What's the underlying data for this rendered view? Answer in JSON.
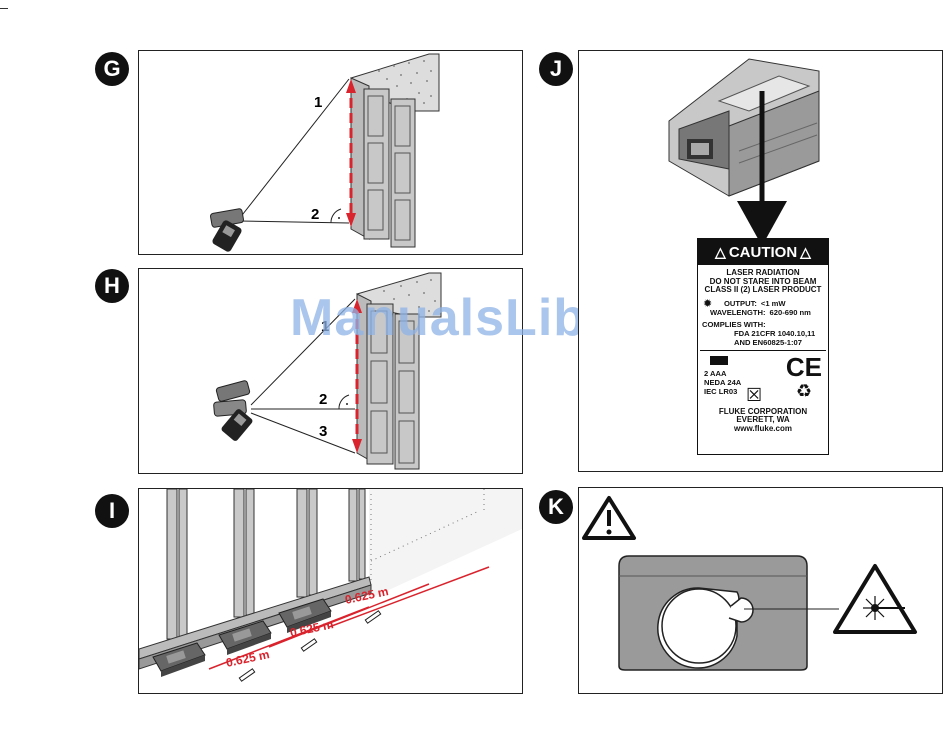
{
  "panels": {
    "G": {
      "letter": "G",
      "labels": [
        "1",
        "2"
      ]
    },
    "H": {
      "letter": "H",
      "labels": [
        "1",
        "2",
        "3"
      ]
    },
    "I": {
      "letter": "I",
      "spacing": [
        "0.625 m",
        "0.625 m",
        "0.625 m"
      ]
    },
    "J": {
      "letter": "J",
      "caution": {
        "title": "CAUTION",
        "warning_lines": [
          "LASER RADIATION",
          "DO NOT STARE INTO BEAM",
          "CLASS II (2) LASER PRODUCT"
        ],
        "output_label": "OUTPUT:",
        "output_value": "<1 mW",
        "wavelength_label": "WAVELENGTH:",
        "wavelength_value": "620-690 nm",
        "complies_label": "COMPLIES WITH:",
        "complies_lines": [
          "FDA 21CFR 1040.10,11",
          "AND EN60825-1:07"
        ],
        "battery_lines": [
          "2 AAA",
          "NEDA 24A",
          "IEC LR03"
        ],
        "company_lines": [
          "FLUKE CORPORATION",
          "EVERETT, WA",
          "www.fluke.com"
        ],
        "ce_mark": "CE"
      }
    },
    "K": {
      "letter": "K"
    }
  },
  "watermark": "ManualsLib.de",
  "colors": {
    "accent": "#d9232d",
    "dark": "#111111",
    "gray": "#9a9a9a"
  }
}
